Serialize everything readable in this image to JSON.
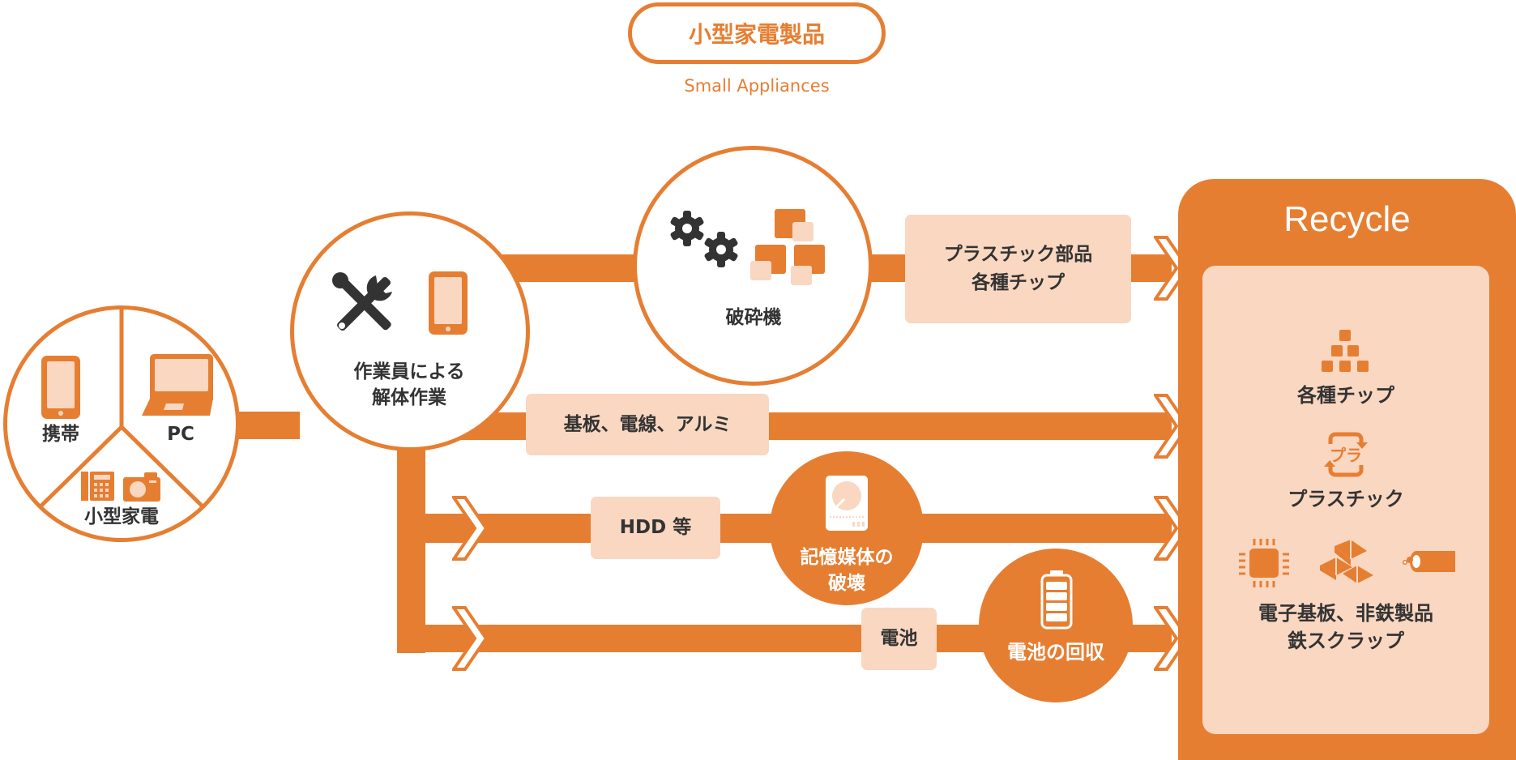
{
  "header": {
    "title": "小型家電製品",
    "subtitle": "Small Appliances"
  },
  "colors": {
    "accent": "#e67e32",
    "light": "#f9d7c1",
    "text": "#333333"
  },
  "sources": {
    "items": [
      {
        "label": "携帯",
        "icon": "smartphone-icon"
      },
      {
        "label": "PC",
        "icon": "laptop-icon"
      },
      {
        "label": "小型家電",
        "icon": "phone-camera-icon"
      }
    ]
  },
  "steps": {
    "dismantle": {
      "line1": "作業員による",
      "line2": "解体作業"
    },
    "crusher": {
      "label": "破砕機"
    },
    "storage": {
      "line1": "記憶媒体の",
      "line2": "破壊"
    },
    "battery": {
      "label": "電池の回収"
    }
  },
  "materials": {
    "plastic_parts": {
      "line1": "プラスチック部品",
      "line2": "各種チップ"
    },
    "board_wire": "基板、電線、アルミ",
    "hdd": "HDD 等",
    "battery": "電池"
  },
  "recycle": {
    "title": "Recycle",
    "items": [
      {
        "label": "各種チップ",
        "icon": "chips-icon"
      },
      {
        "label": "プラスチック",
        "icon": "plastic-recycle-icon"
      },
      {
        "line1": "電子基板、非鉄製品",
        "line2": "鉄スクラップ",
        "icon": "circuit-ingot-cable-icon"
      }
    ]
  }
}
